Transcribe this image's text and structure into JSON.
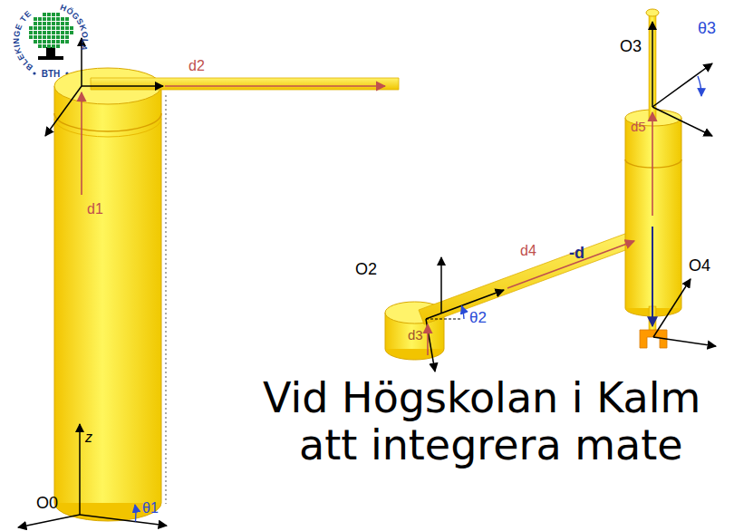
{
  "diagram": {
    "labels": [
      "BLEKINGE TE",
      "HÖGSKOLA",
      "BTH",
      "O3",
      "θ3",
      "O2",
      "d5",
      "d4",
      "d2",
      "d3",
      "θ2",
      "-d",
      "O4",
      "d1",
      "Vid Högskolan i Kalm",
      "z",
      "att integrera mate",
      "θ1",
      "O0"
    ]
  }
}
